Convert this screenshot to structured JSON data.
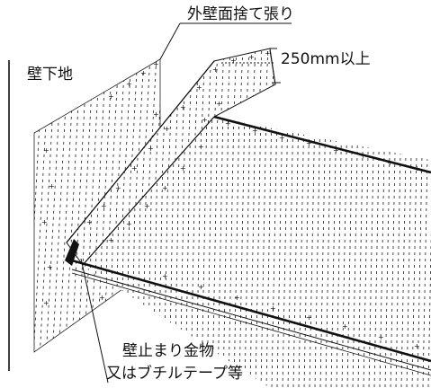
{
  "labels": {
    "outer_wall_sheet": "外壁面捨て張り",
    "overlap_height": "250mm以上",
    "wall_substrate": "壁下地",
    "flashing_line1": "壁止まり金物",
    "flashing_line2": "又はブチルテープ等"
  },
  "colors": {
    "ink": "#111111",
    "hatch": "#1a1a1a",
    "background": "#ffffff"
  }
}
